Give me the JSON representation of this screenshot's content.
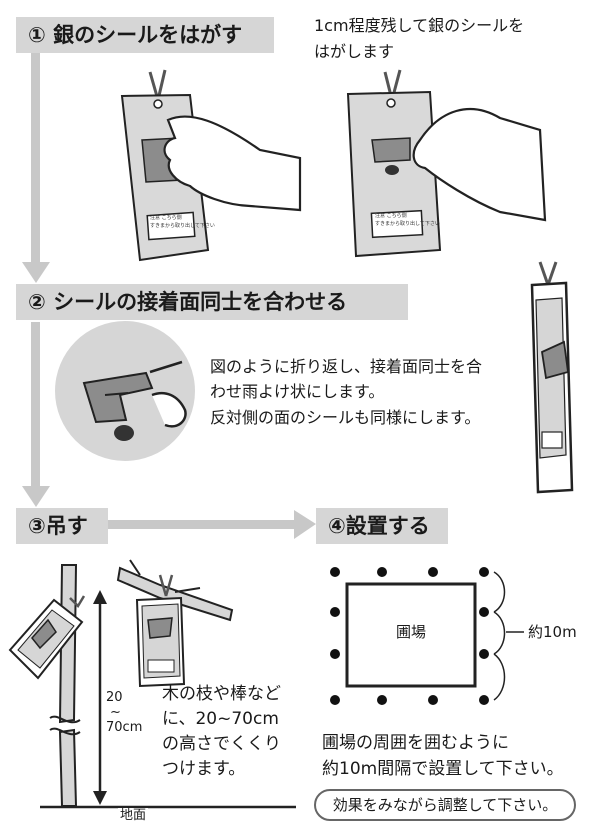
{
  "step1": {
    "title": "① 銀のシールをはがす",
    "note_line1": "1cm程度残して銀のシールを",
    "note_line2": "はがします"
  },
  "step2": {
    "title": "② シールの接着面同士を合わせる",
    "desc": [
      "図のように折り返し、接着面同士を合",
      "わせ雨よけ状にします。",
      "反対側の面のシールも同様にします。"
    ]
  },
  "step3": {
    "title": "③吊す",
    "height_top": "20",
    "height_tilde": "~",
    "height_bottom": "70cm",
    "ground": "地面",
    "desc": [
      "木の枝や棒など",
      "に、20~70cm",
      "の高さでくくり",
      "つけます。"
    ]
  },
  "step4": {
    "title": "④設置する",
    "field": "圃場",
    "spacing": "約10m",
    "desc": [
      "圃場の周囲を囲むように",
      "約10m間隔で設置して下さい。"
    ],
    "footer": "効果をみながら調整して下さい。"
  },
  "package_label": {
    "line1": "注意 こちら側",
    "line2": "すきまから取り出して下さい"
  },
  "colors": {
    "header_bg": "#d6d6d6",
    "arrow": "#c8c8c8",
    "ink": "#1a1a1a"
  }
}
